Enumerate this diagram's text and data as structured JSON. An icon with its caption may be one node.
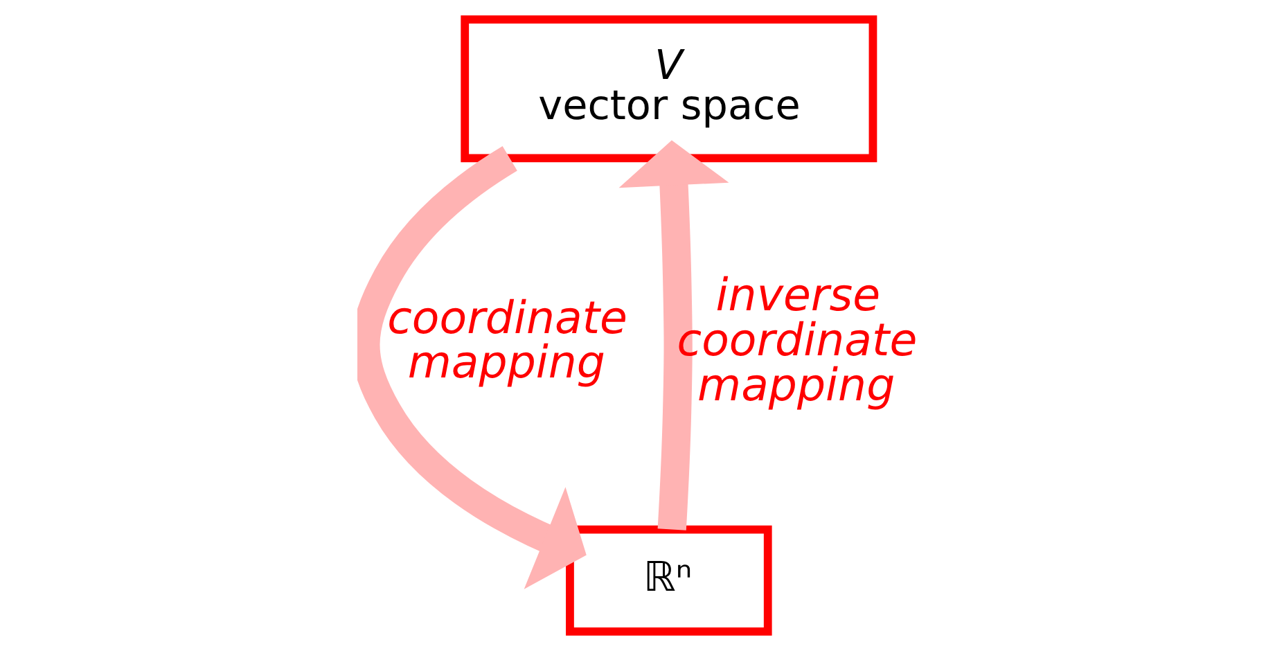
{
  "diagram": {
    "nodes": [
      {
        "text": [
          "V",
          "vector space"
        ]
      },
      {
        "text": [
          "ℝⁿ"
        ]
      }
    ],
    "edges": [
      {
        "from": 0,
        "to": 1,
        "arrow": "to",
        "label": "coordinate mapping"
      },
      {
        "from": 1,
        "to": 0,
        "arrow": "to",
        "label": "inverse coordinate mapping"
      }
    ]
  }
}
